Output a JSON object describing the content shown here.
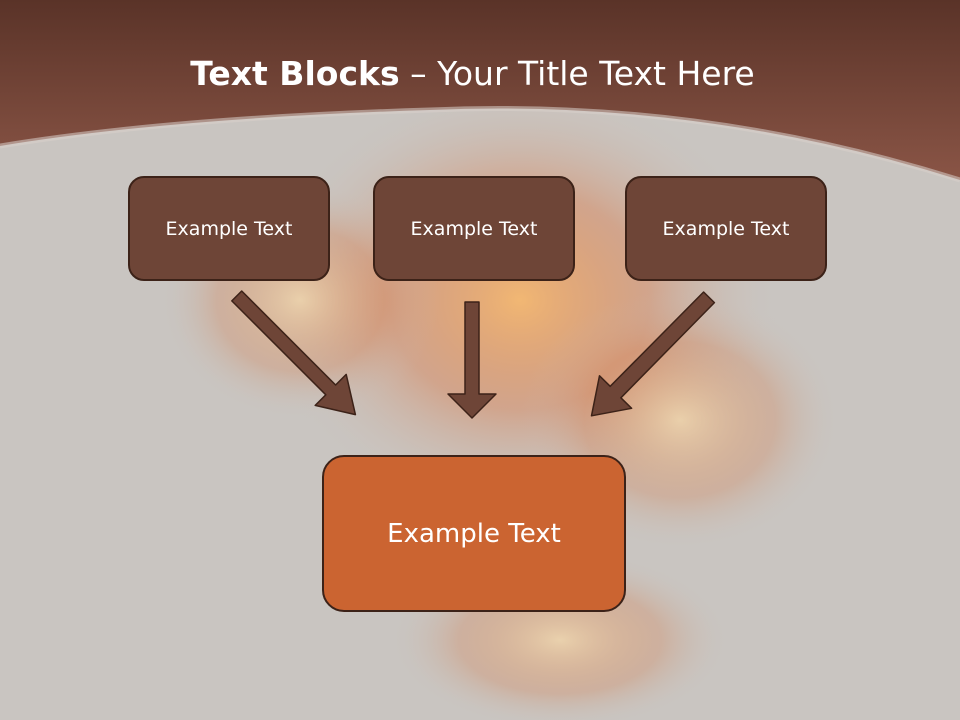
{
  "slide": {
    "title_bold": "Text Blocks",
    "title_dash": " – ",
    "title_rest": "Your Title Text Here",
    "boxes": [
      {
        "label": "Example Text"
      },
      {
        "label": "Example Text"
      },
      {
        "label": "Example Text"
      }
    ],
    "result_box": {
      "label": "Example Text"
    }
  },
  "colors": {
    "header": "#7a4536",
    "background": "#c9c5c1",
    "box": "#6e4537",
    "result_box": "#cb6431",
    "arrow": "#6e4537"
  }
}
